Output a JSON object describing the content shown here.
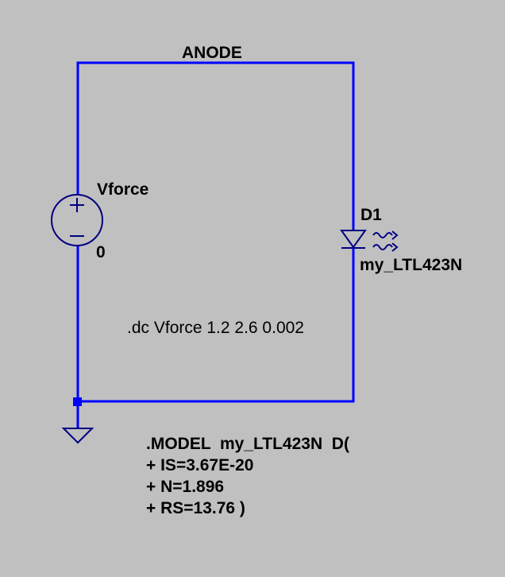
{
  "schematic": {
    "net_label": "ANODE",
    "source": {
      "name": "Vforce",
      "value": "0"
    },
    "diode": {
      "name": "D1",
      "model": "my_LTL423N"
    },
    "directive": ".dc Vforce 1.2 2.6 0.002",
    "model_lines": [
      ".MODEL  my_LTL423N  D(",
      "+ IS=3.67E-20",
      "+ N=1.896",
      "+ RS=13.76 )"
    ]
  },
  "colors": {
    "background": "#c0c0c0",
    "wire": "#0000ff",
    "component": "#000080",
    "text": "#000000"
  }
}
